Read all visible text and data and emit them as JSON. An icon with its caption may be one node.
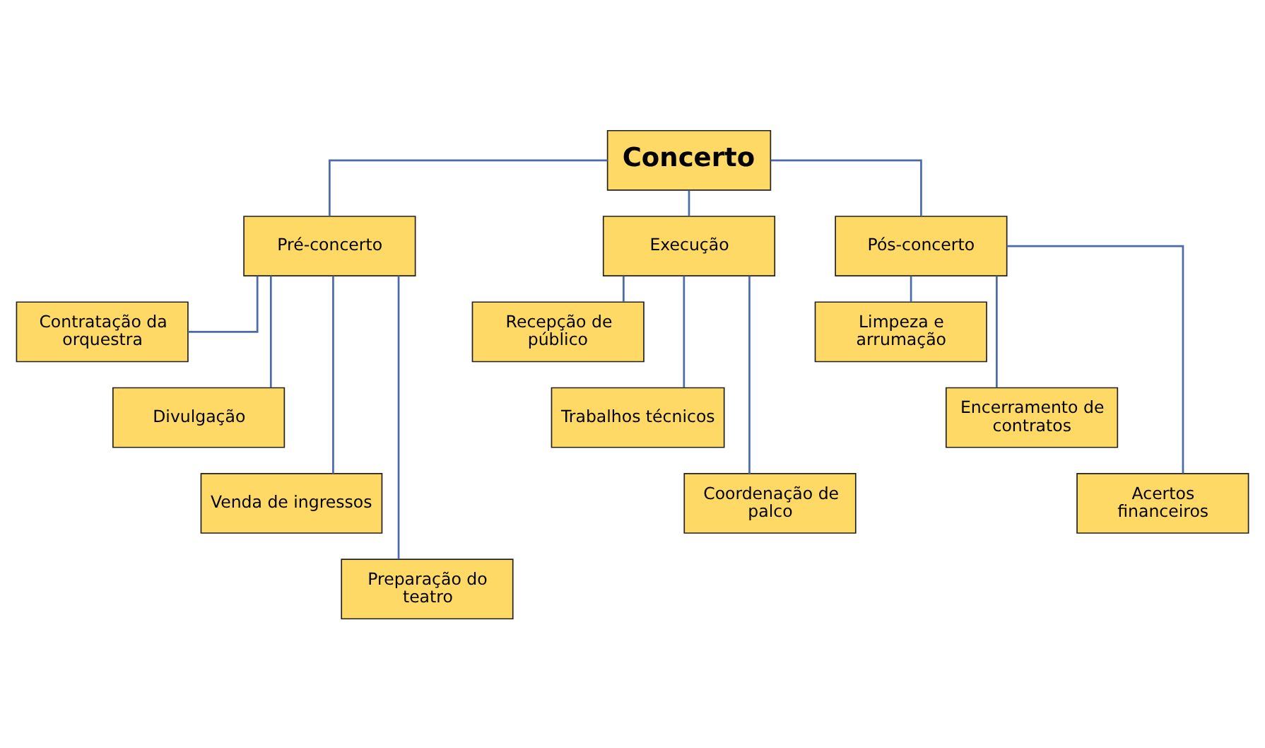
{
  "diagram": {
    "nodes": [
      {
        "text": [
          "Concerto"
        ]
      },
      {
        "text": [
          "Pré-concerto"
        ]
      },
      {
        "text": [
          "Execução"
        ]
      },
      {
        "text": [
          "Pós-concerto"
        ]
      },
      {
        "text": [
          "Contratação da orquestra"
        ]
      },
      {
        "text": [
          "Divulgação"
        ]
      },
      {
        "text": [
          "Venda de ingressos"
        ]
      },
      {
        "text": [
          "Preparação do teatro"
        ]
      },
      {
        "text": [
          "Recepção de público"
        ]
      },
      {
        "text": [
          "Trabalhos técnicos"
        ]
      },
      {
        "text": [
          "Coordenação de palco"
        ]
      },
      {
        "text": [
          "Limpeza e arrumação"
        ]
      },
      {
        "text": [
          "Encerramento de contratos"
        ]
      },
      {
        "text": [
          "Acertos financeiros"
        ]
      }
    ],
    "edges": [
      {
        "from": 0,
        "to": 1,
        "arrow": "none"
      },
      {
        "from": 0,
        "to": 2,
        "arrow": "none"
      },
      {
        "from": 0,
        "to": 3,
        "arrow": "none"
      },
      {
        "from": 1,
        "to": 4,
        "arrow": "none"
      },
      {
        "from": 1,
        "to": 5,
        "arrow": "none"
      },
      {
        "from": 1,
        "to": 6,
        "arrow": "none"
      },
      {
        "from": 1,
        "to": 7,
        "arrow": "none"
      },
      {
        "from": 2,
        "to": 8,
        "arrow": "none"
      },
      {
        "from": 2,
        "to": 9,
        "arrow": "none"
      },
      {
        "from": 2,
        "to": 10,
        "arrow": "none"
      },
      {
        "from": 3,
        "to": 11,
        "arrow": "none"
      },
      {
        "from": 3,
        "to": 12,
        "arrow": "none"
      },
      {
        "from": 3,
        "to": 13,
        "arrow": "none"
      }
    ]
  }
}
